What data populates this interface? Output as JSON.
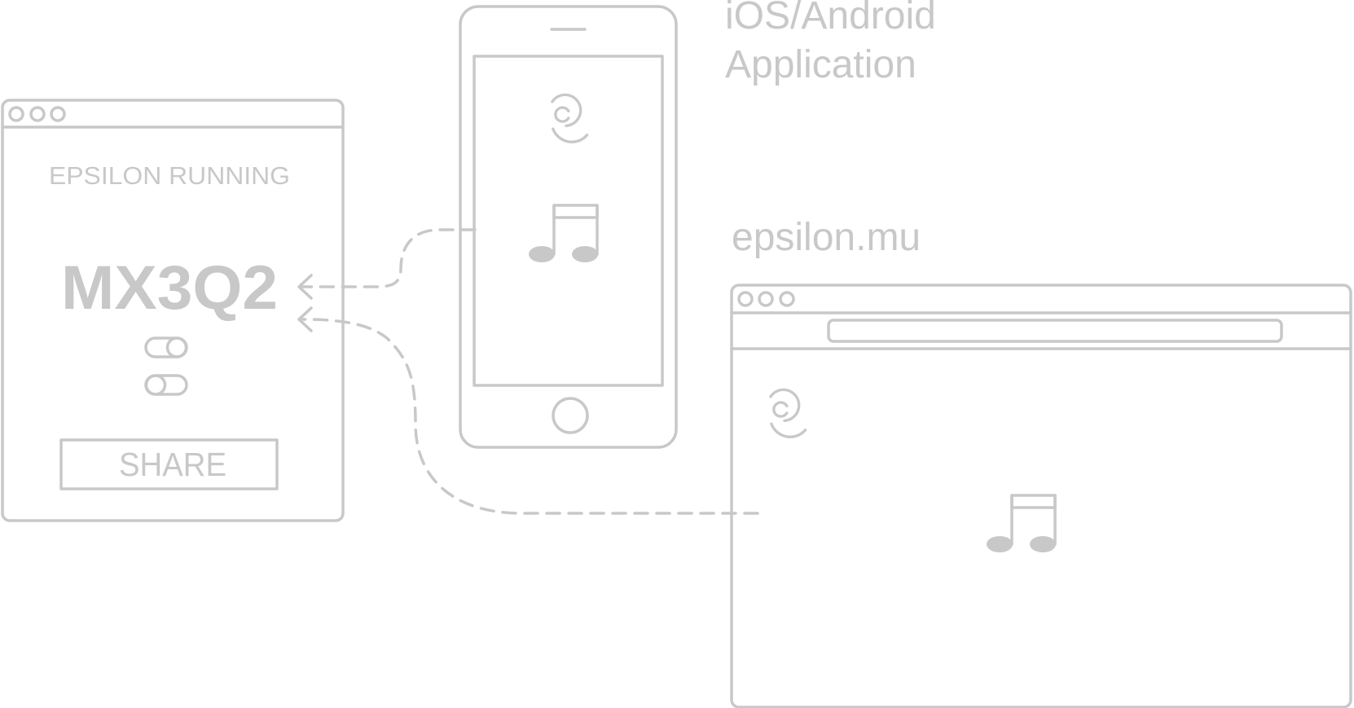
{
  "desktop_app": {
    "status_text": "EPSILON RUNNING",
    "code": "MX3Q2",
    "share_label": "SHARE"
  },
  "mobile": {
    "caption_line1": "iOS/Android",
    "caption_line2": "Application"
  },
  "web": {
    "caption": "epsilon.mu"
  },
  "icons": {
    "logo": "epsilon-swirl-icon",
    "music": "music-note-icon",
    "toggle": "toggle-switch-icon"
  },
  "colors": {
    "line": "#c8c8c8",
    "background": "#ffffff"
  }
}
